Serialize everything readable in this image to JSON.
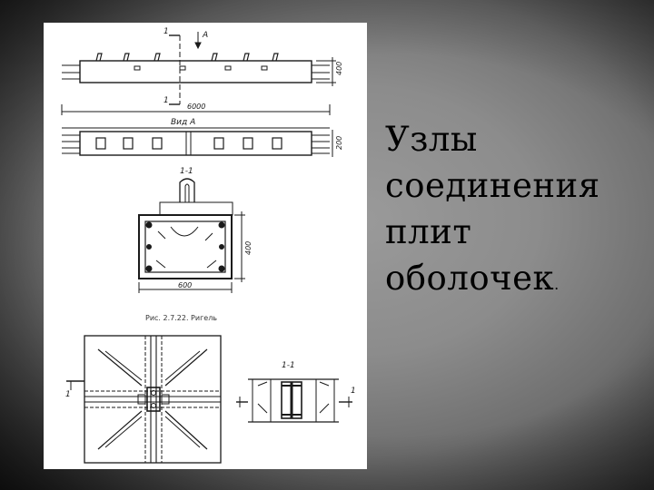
{
  "slide": {
    "title_lines": [
      "Узлы",
      "соединения",
      "плит",
      "оболочек"
    ],
    "title_end": "."
  },
  "drawing": {
    "labels": {
      "section_mark_top": "1",
      "view_mark": "A",
      "section_mark_bottom": "1",
      "dim_length": "6000",
      "dim_height_top": "400",
      "view_title": "Вид А",
      "dim_height_view": "200",
      "section_title": "1-1",
      "dim_section_height": "400",
      "dim_section_width": "600",
      "caption": "Рис. 2.7.22. Ригель",
      "node_section_title": "1-1",
      "node_mark_left": "1",
      "node_mark_right": "1"
    }
  }
}
